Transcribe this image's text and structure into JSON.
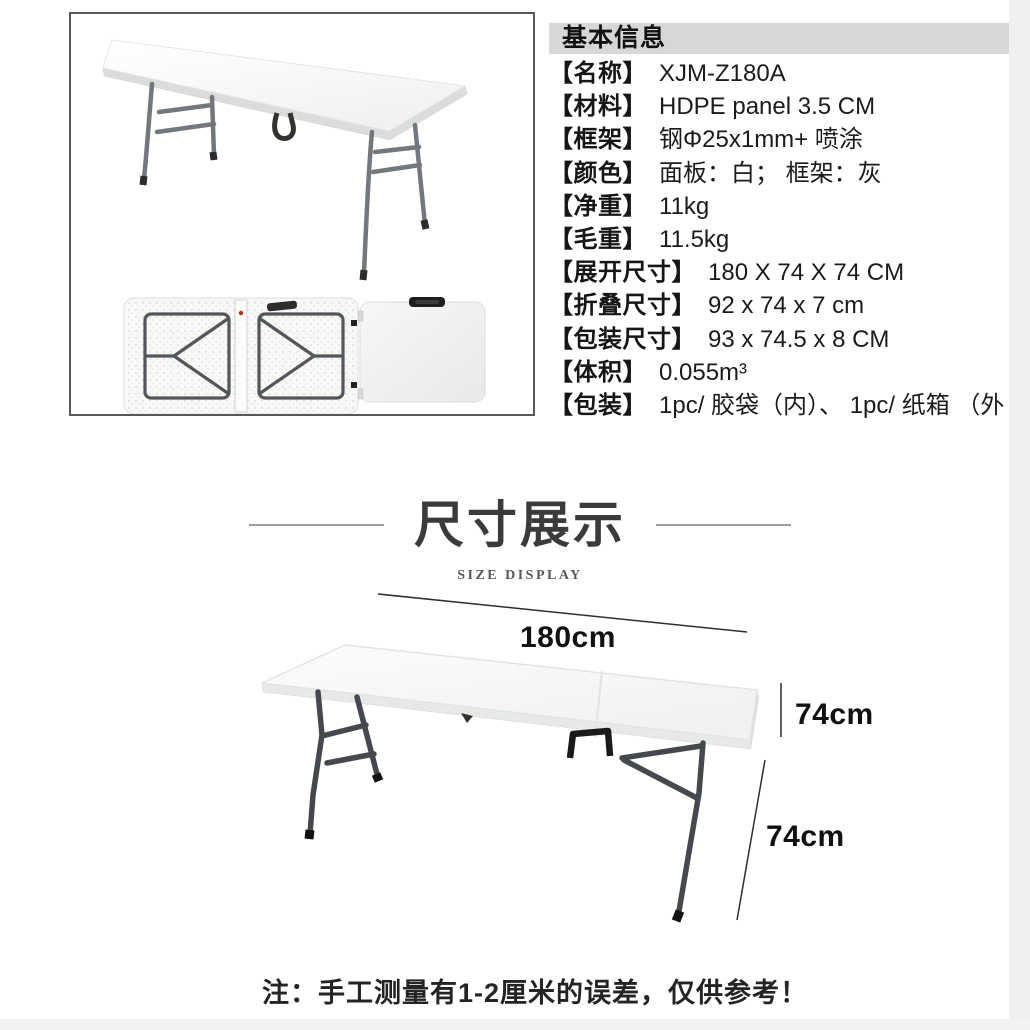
{
  "basic_info": {
    "header": "基本信息",
    "rows": [
      {
        "label": "【名称】",
        "value": "XJM-Z180A"
      },
      {
        "label": "【材料】",
        "value": "HDPE panel 3.5 CM"
      },
      {
        "label": "【框架】",
        "value": "钢Φ25x1mm+ 喷涂"
      },
      {
        "label": "【颜色】",
        "value": "面板：白； 框架：灰"
      },
      {
        "label": "【净重】",
        "value": "11kg"
      },
      {
        "label": "【毛重】",
        "value": "11.5kg"
      },
      {
        "label": "【展开尺寸】",
        "value": "180 X 74 X 74 CM"
      },
      {
        "label": "【折叠尺寸】",
        "value": "92 x 74 x 7 cm"
      },
      {
        "label": "【包装尺寸】",
        "value": "93 x 74.5 x 8 CM"
      },
      {
        "label": "【体积】",
        "value": "0.055m³"
      },
      {
        "label": "【包装】",
        "value": "1pc/ 胶袋（内）、 1pc/ 纸箱 （外"
      }
    ]
  },
  "product_box": {
    "images": [
      {
        "name": "open-table-photo"
      },
      {
        "name": "folded-table-underside"
      },
      {
        "name": "folded-table-closed"
      }
    ]
  },
  "size_section": {
    "title_cn": "尺寸展示",
    "title_en": "SIZE DISPLAY",
    "dimensions": {
      "length": "180cm",
      "height": "74cm",
      "width": "74cm"
    },
    "note": "注：手工测量有1-2厘米的误差，仅供参考！"
  },
  "colors": {
    "header_bar": "#d7d7d7",
    "text_primary": "#161616",
    "divider_line": "#9c9c9c",
    "dimension_line": "#2e2e2e",
    "table_leg_dark": "#45494d",
    "table_leg_light": "#72787e",
    "tabletop": "#fbfbfa",
    "box_border": "#585858",
    "edge_strip": "#f0f0f0"
  }
}
